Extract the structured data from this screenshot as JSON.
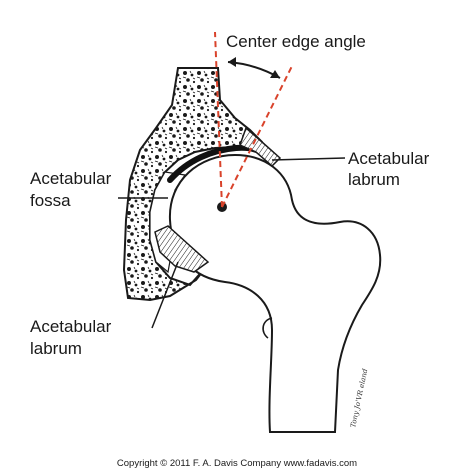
{
  "labels": {
    "center_edge_angle": "Center edge angle",
    "acetabular_labrum_top_line1": "Acetabular",
    "acetabular_labrum_top_line2": "labrum",
    "acetabular_fossa_line1": "Acetabular",
    "acetabular_fossa_line2": "fossa",
    "acetabular_labrum_bottom_line1": "Acetabular",
    "acetabular_labrum_bottom_line2": "labrum"
  },
  "copyright": "Copyright © 2011  F. A. Davis Company  www.fadavis.com",
  "artist_signature": "Tony Jo'VR eland",
  "colors": {
    "ink": "#1a1a1a",
    "angle_lines": "#d9432b",
    "cartilage": "#111111",
    "background": "#ffffff"
  }
}
